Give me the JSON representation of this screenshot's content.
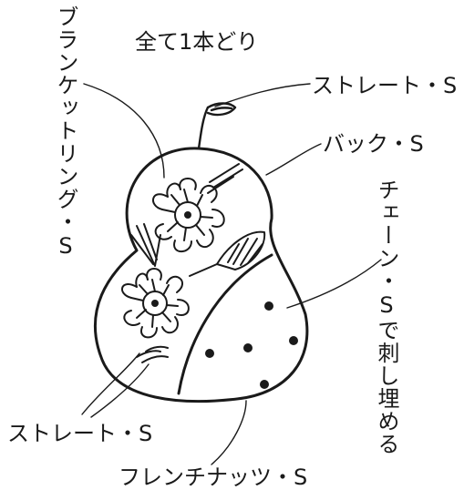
{
  "labels": {
    "all_one_strand": "全て1本どり",
    "blanket_ring": "ブランケットリング・S",
    "straight_top": "ストレート・S",
    "back": "バック・S",
    "chain_fill": "チェーン・Sで刺し埋める",
    "straight_bottom": "ストレート・S",
    "french_knots": "フレンチナッツ・S"
  },
  "colors": {
    "ink": "#1a1a1a",
    "background": "#ffffff"
  }
}
